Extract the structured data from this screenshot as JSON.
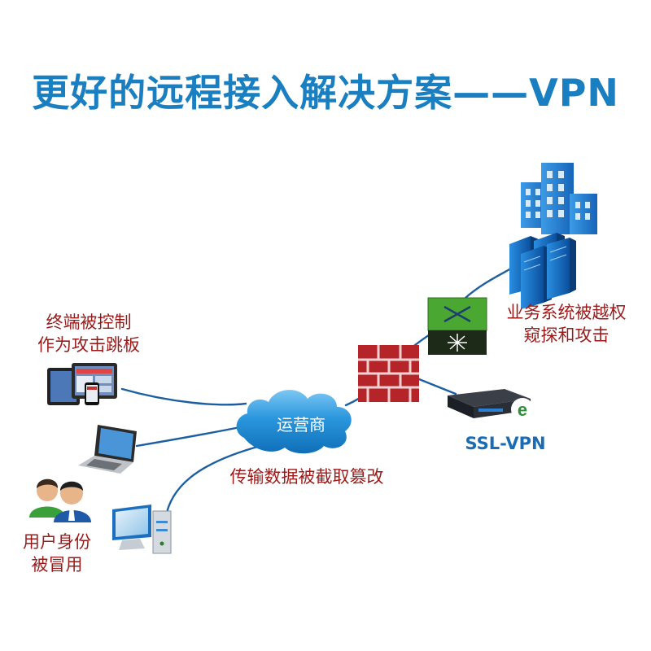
{
  "title": "更好的远程接入解决方案——VPN",
  "labels": {
    "terminal_line1": "终端被控制",
    "terminal_line2": "作为攻击跳板",
    "business_line1": "业务系统被越权",
    "business_line2": "窥探和攻击",
    "carrier": "运营商",
    "transfer": "传输数据被截取篡改",
    "identity_line1": "用户身份",
    "identity_line2": "被冒用",
    "sslvpn": "SSL-VPN"
  },
  "colors": {
    "title": "#1a7fc1",
    "risk_text": "#9b1b1b",
    "product_text": "#1a6db4",
    "cloud": "#1e8fd6",
    "firewall": "#c0282d"
  },
  "icons": [
    "buildings-icon",
    "server-rack-icon",
    "switch-icon",
    "firewall-icon",
    "ssl-vpn-appliance-icon",
    "cloud-icon",
    "tablet-phone-icon",
    "laptop-icon",
    "users-icon",
    "desktop-pc-icon"
  ]
}
